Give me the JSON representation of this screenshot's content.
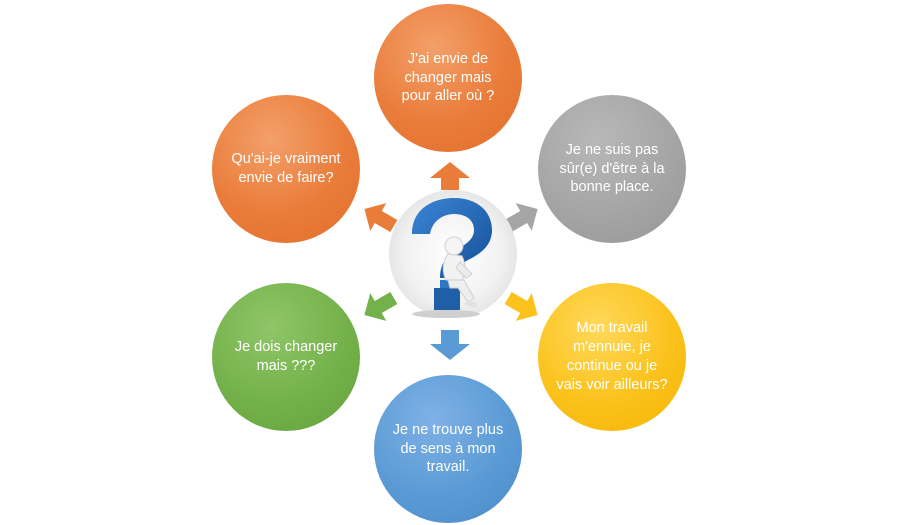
{
  "bubbles": {
    "top": {
      "text": "J'ai envie de changer mais pour aller où  ?",
      "color": "#ea7c3a"
    },
    "right_top": {
      "text": "Je ne suis pas sûr(e) d'être à la bonne place.",
      "color": "#a5a5a5"
    },
    "right_bottom": {
      "text": "Mon travail m'ennuie, je continue ou je vais voir ailleurs?",
      "color": "#fbc21d"
    },
    "bottom": {
      "text": "Je ne trouve plus de sens à mon travail.",
      "color": "#5b9bd5"
    },
    "left_bottom": {
      "text": "Je dois changer mais ???",
      "color": "#74b14b"
    },
    "left_top": {
      "text": "Qu'ai-je vraiment envie de faire?",
      "color": "#ea7c3a"
    }
  },
  "center": {
    "icon": "thinking-person-question-mark-icon",
    "accent": "#1f5fa8"
  }
}
